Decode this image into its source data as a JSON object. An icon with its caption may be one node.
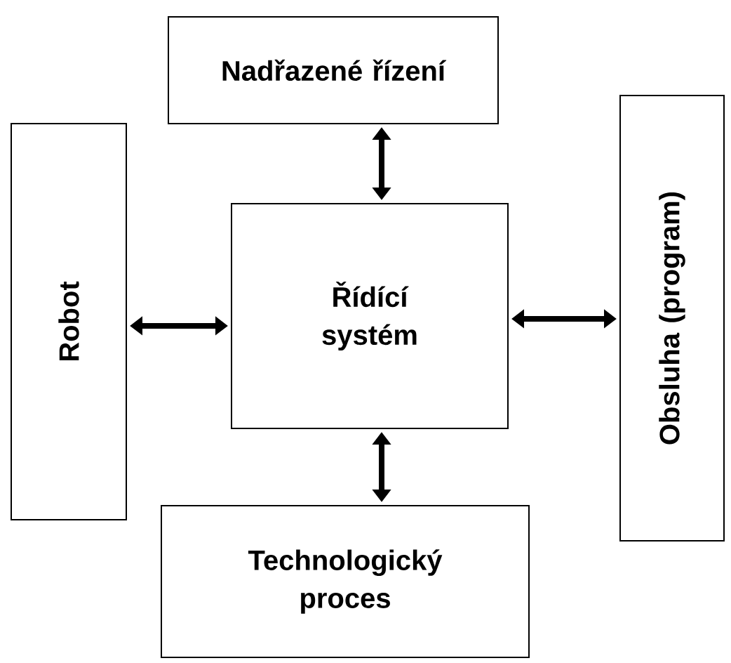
{
  "diagram": {
    "nodes": [
      {
        "text": [
          "Nadřazené řízení"
        ]
      },
      {
        "text": [
          "Robot"
        ]
      },
      {
        "text": [
          "Řídící systém"
        ]
      },
      {
        "text": [
          "Obsluha (program)"
        ]
      },
      {
        "text": [
          "Technologický proces"
        ]
      }
    ],
    "edges": [
      {
        "from": 0,
        "to": 2,
        "arrow": "both"
      },
      {
        "from": 1,
        "to": 2,
        "arrow": "both"
      },
      {
        "from": 2,
        "to": 3,
        "arrow": "both"
      },
      {
        "from": 2,
        "to": 4,
        "arrow": "both"
      }
    ]
  }
}
